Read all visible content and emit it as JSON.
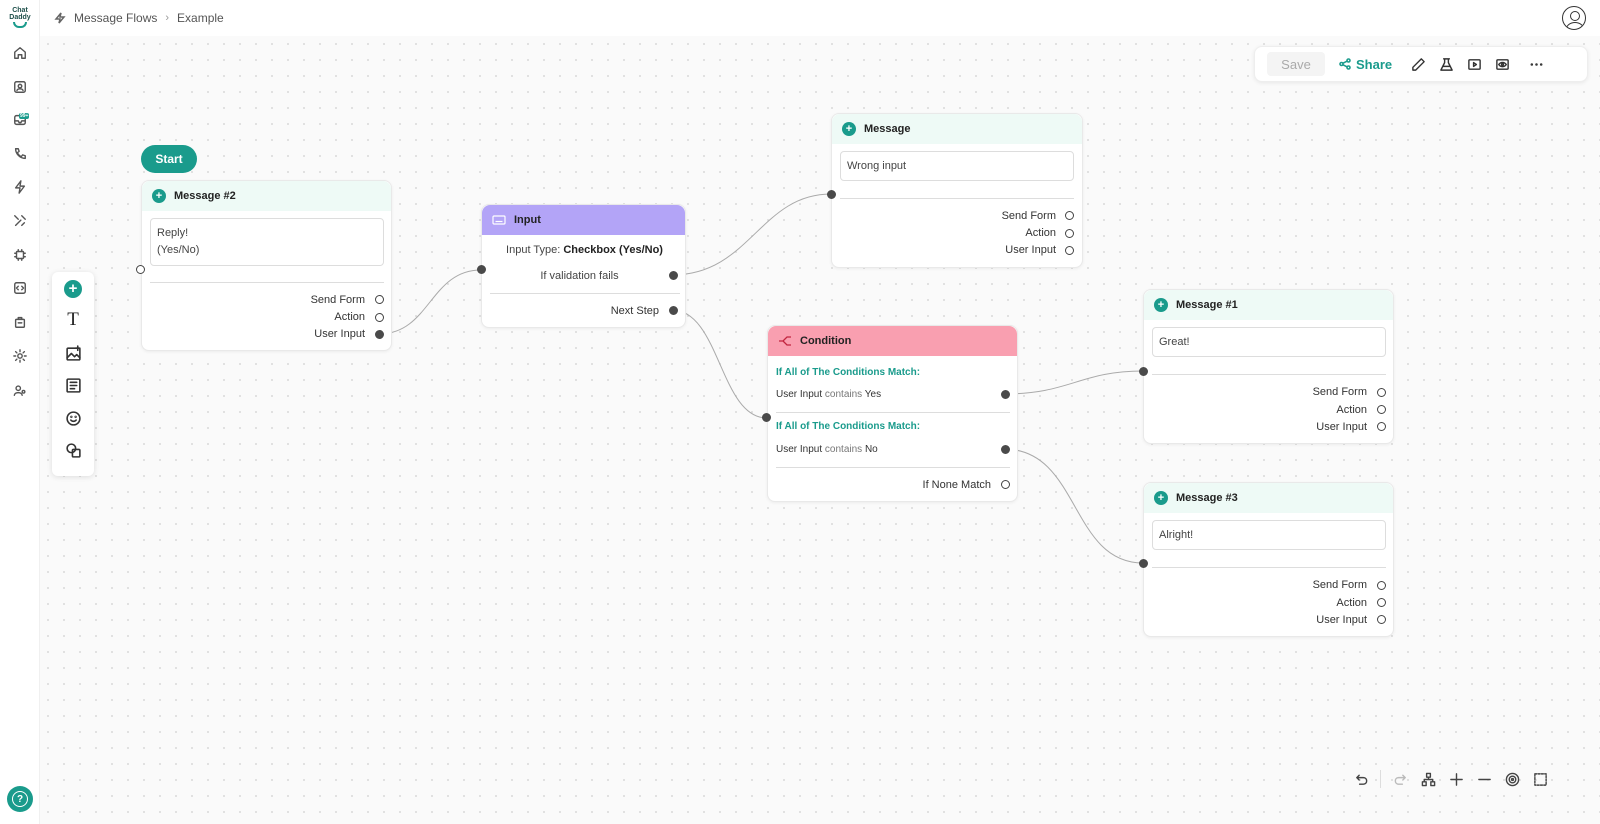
{
  "brand": {
    "logo_line1": "Chat",
    "logo_line2": "Daddy"
  },
  "nav": {
    "badge": "99+",
    "items": [
      "home-icon",
      "contacts-icon",
      "inbox-icon",
      "phone-icon",
      "flows-icon",
      "tools-icon",
      "integrations-icon",
      "code-icon",
      "bag-icon",
      "settings-icon",
      "team-icon"
    ],
    "help_label": "?"
  },
  "header": {
    "breadcrumb_section": "Message Flows",
    "breadcrumb_page": "Example"
  },
  "toolbar": {
    "save_label": "Save",
    "share_label": "Share"
  },
  "start_label": "Start",
  "nodes": {
    "message2": {
      "title": "Message #2",
      "text_line1": "Reply!",
      "text_line2": "(Yes/No)",
      "ports": [
        "Send Form",
        "Action",
        "User Input"
      ]
    },
    "input": {
      "title": "Input",
      "type_label": "Input Type:",
      "type_value": "Checkbox (Yes/No)",
      "validation_label": "If validation fails",
      "next_label": "Next Step"
    },
    "message": {
      "title": "Message",
      "text": "Wrong input",
      "ports": [
        "Send Form",
        "Action",
        "User Input"
      ]
    },
    "condition": {
      "title": "Condition",
      "group1_title": "If All of The Conditions Match:",
      "group1_field": "User Input",
      "group1_op": "contains",
      "group1_value": "Yes",
      "group2_title": "If All of The Conditions Match:",
      "group2_field": "User Input",
      "group2_op": "contains",
      "group2_value": "No",
      "none_label": "If None Match"
    },
    "message1": {
      "title": "Message #1",
      "text": "Great!",
      "ports": [
        "Send Form",
        "Action",
        "User Input"
      ]
    },
    "message3": {
      "title": "Message #3",
      "text": "Alright!",
      "ports": [
        "Send Form",
        "Action",
        "User Input"
      ]
    }
  },
  "colors": {
    "accent": "#1a9b8c",
    "input_header": "#b3a4f7",
    "condition_header": "#f99fb0",
    "message_header": "#eefaf6"
  }
}
